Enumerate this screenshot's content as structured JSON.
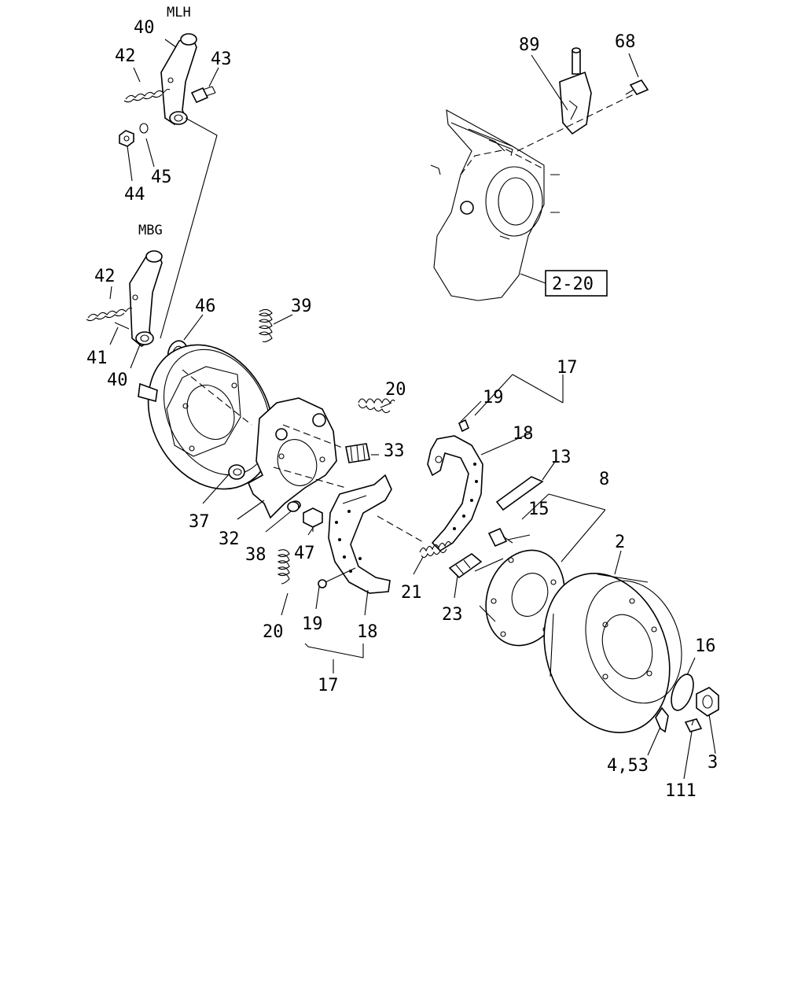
{
  "labels": {
    "mlh": "MLH",
    "mbg": "MBG",
    "p40a": "40",
    "p42a": "42",
    "p43": "43",
    "p44": "44",
    "p45": "45",
    "p42b": "42",
    "p41": "41",
    "p40b": "40",
    "p46": "46",
    "p39": "39",
    "p89": "89",
    "p68": "68",
    "ref": "2-20",
    "p17a": "17",
    "p19a": "19",
    "p20a": "20",
    "p18a": "18",
    "p33": "33",
    "p13": "13",
    "p8": "8",
    "p15": "15",
    "p2": "2",
    "p37": "37",
    "p32": "32",
    "p38": "38",
    "p47": "47",
    "p21": "21",
    "p23": "23",
    "p20b": "20",
    "p19b": "19",
    "p18b": "18",
    "p17b": "17",
    "p16": "16",
    "p3": "3",
    "p453": "4,53",
    "p111": "111"
  }
}
